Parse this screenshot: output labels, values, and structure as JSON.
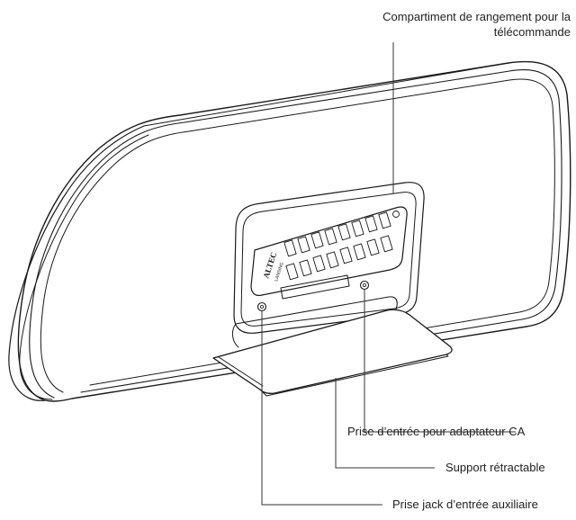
{
  "callouts": {
    "remote_storage": {
      "line1": "Compartiment de rangement pour la",
      "line2": "télécommande"
    },
    "ac_input": "Prise d’entrée pour adaptateur CA",
    "stand": "Support rétractable",
    "aux_input": "Prise jack d’entrée auxiliaire"
  },
  "device": {
    "brand": "ALTEC",
    "brand_sub": "LANSING",
    "button_count": 16
  }
}
